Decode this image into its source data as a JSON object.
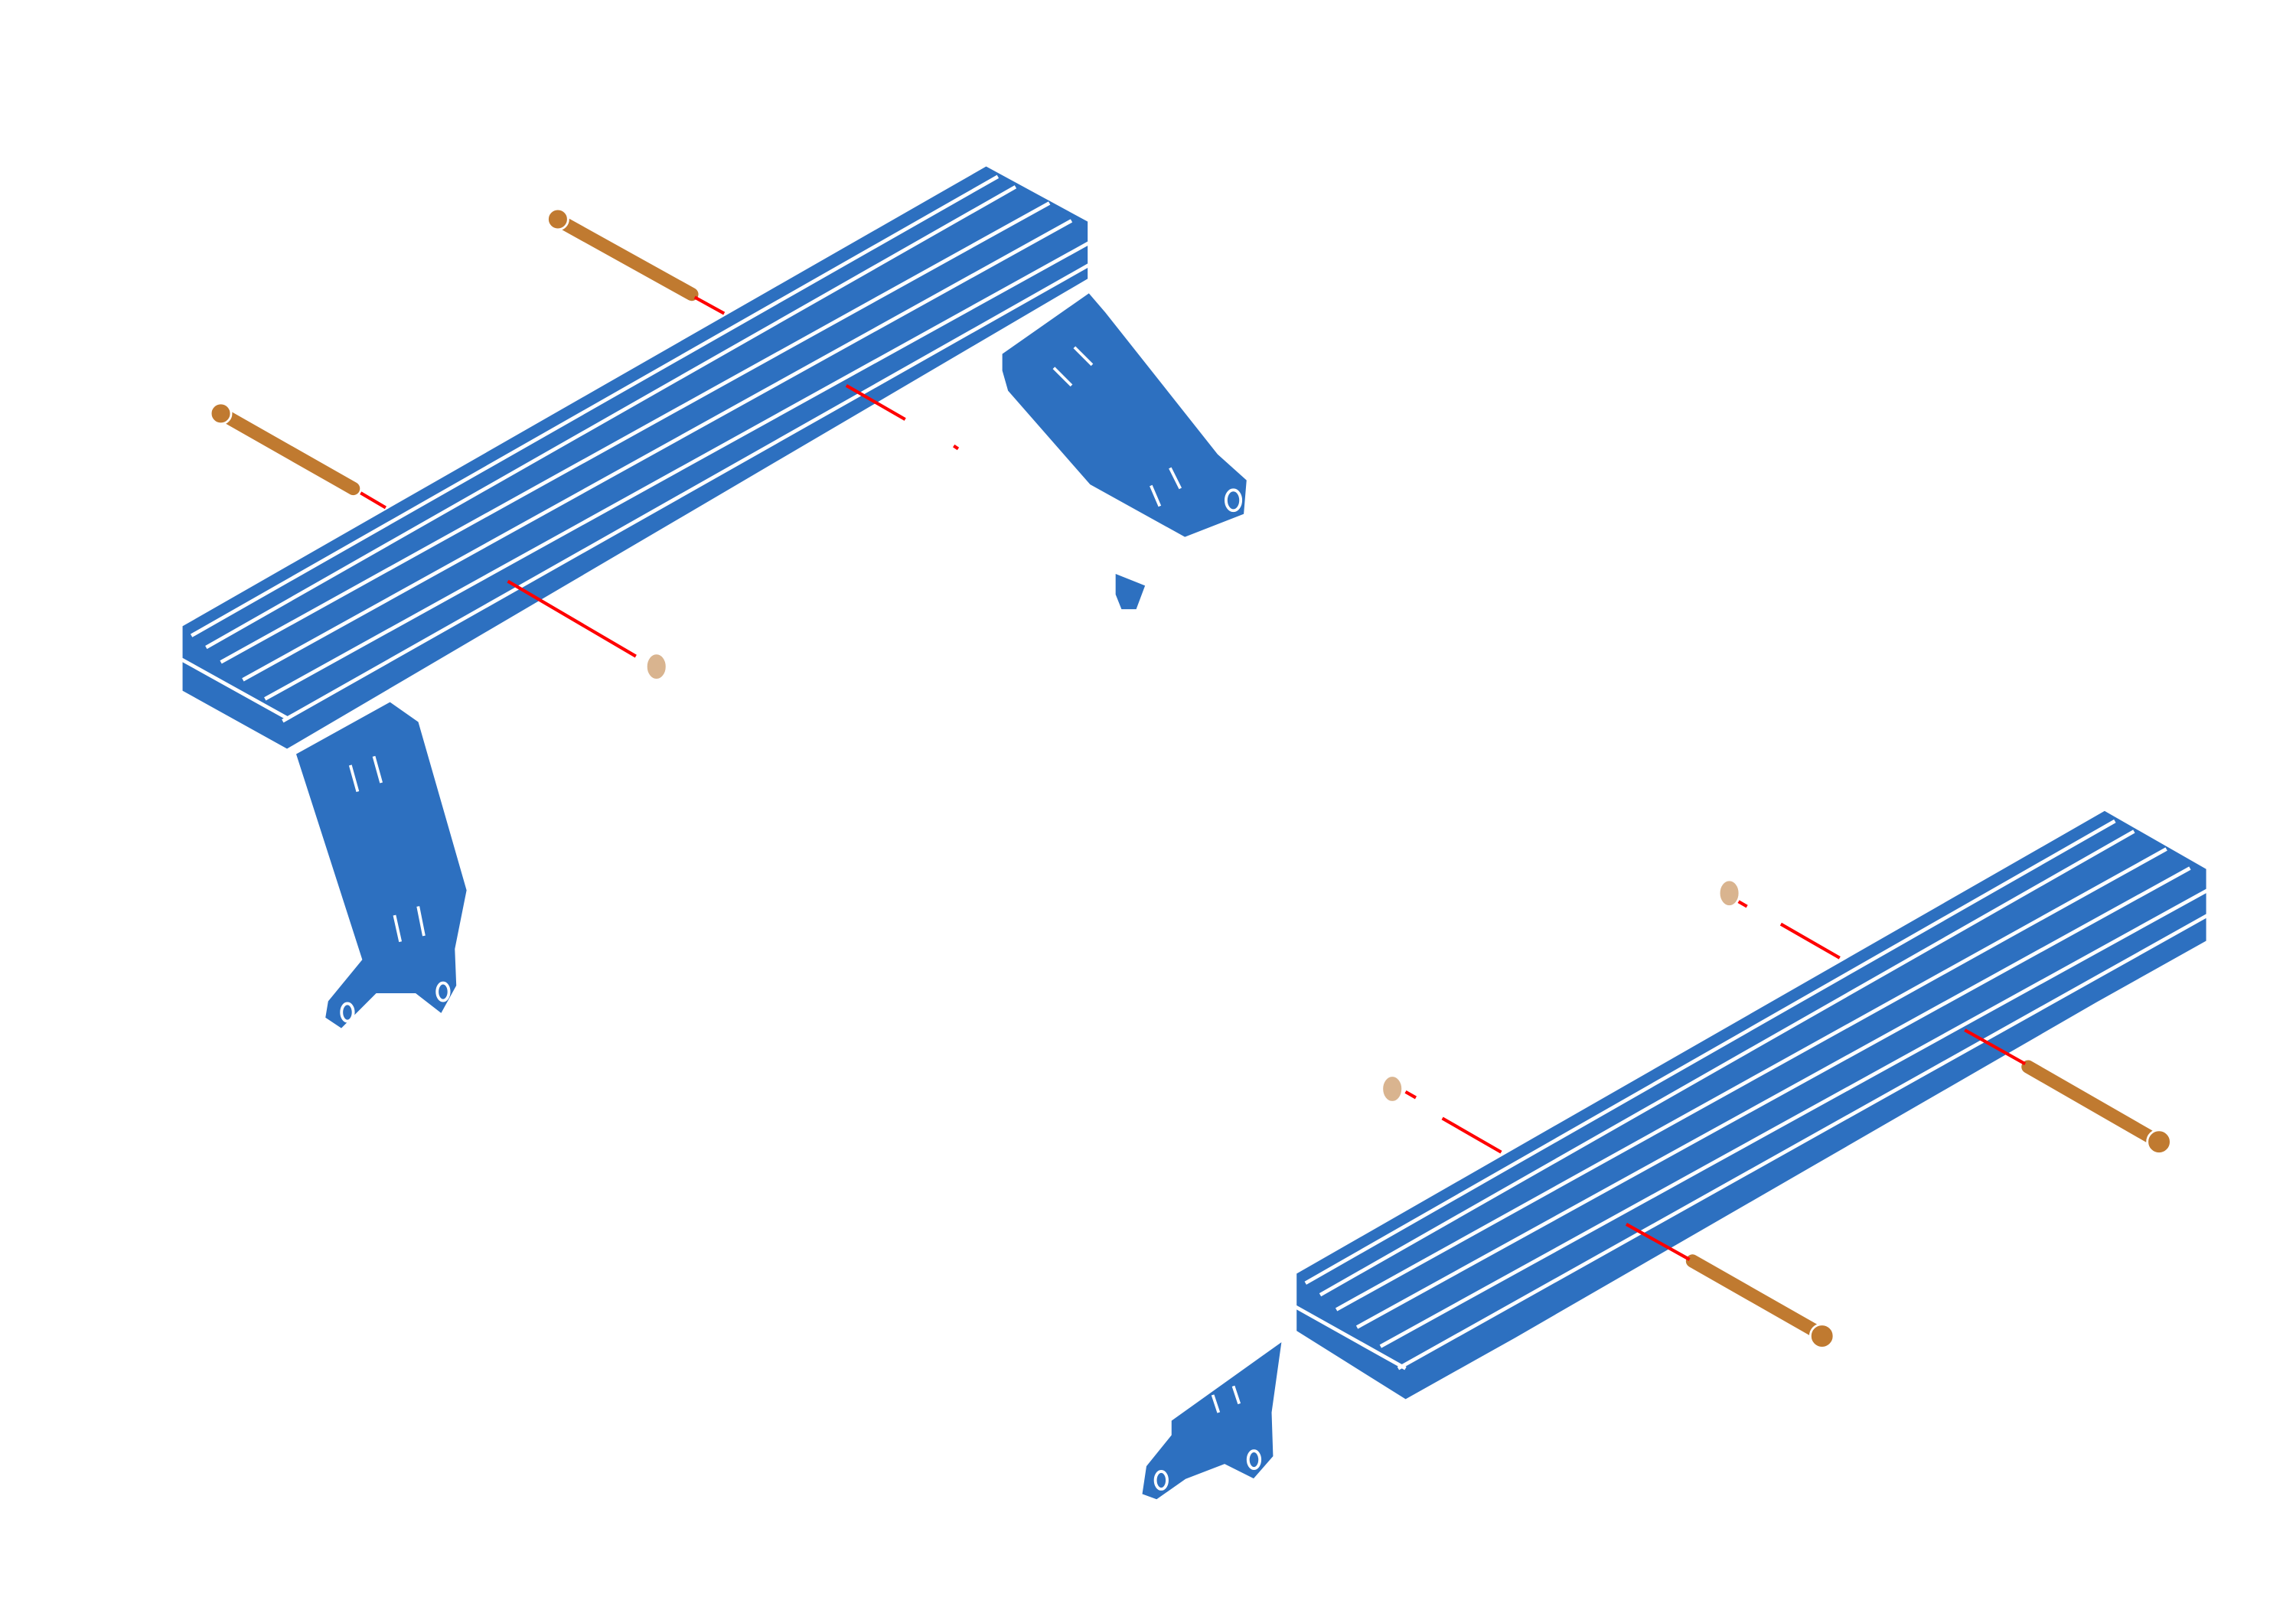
{
  "colors": {
    "part": "#2d70c0",
    "bolt": "#c07a30",
    "washer": "#d9b48f",
    "axis_line": "#ff0000",
    "background": "#ffffff"
  },
  "parts": [
    "aluminum-extrusion-rail",
    "mounting-bracket",
    "socket-head-bolt",
    "washer"
  ]
}
